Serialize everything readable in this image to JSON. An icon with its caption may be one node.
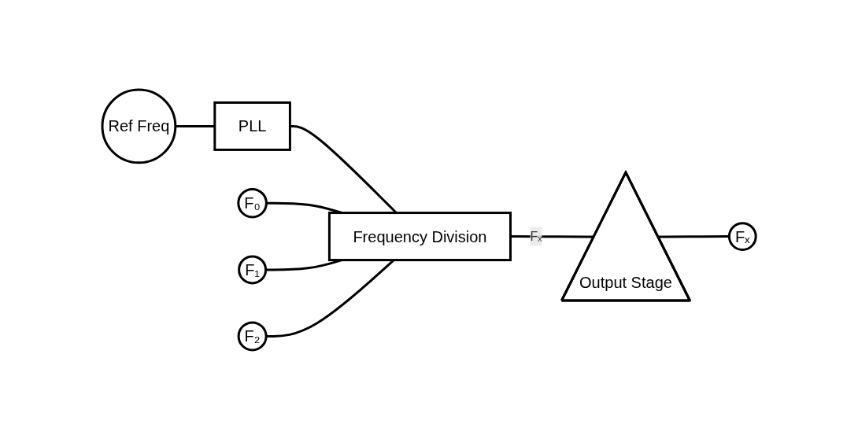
{
  "diagram": {
    "nodes": [
      {
        "text": [
          "Ref Freq"
        ]
      },
      {
        "text": [
          "PLL"
        ]
      },
      {
        "text": [
          "F₀"
        ]
      },
      {
        "text": [
          "F₁"
        ]
      },
      {
        "text": [
          "F₂"
        ]
      },
      {
        "text": [
          "Frequency Division"
        ]
      },
      {
        "text": [
          "Output Stage"
        ]
      },
      {
        "text": [
          "Fₓ"
        ]
      }
    ],
    "edges": [
      {
        "from": 0,
        "to": 1,
        "arrow": "none"
      },
      {
        "from": 1,
        "to": 5,
        "arrow": "none"
      },
      {
        "from": 2,
        "to": 5,
        "arrow": "none"
      },
      {
        "from": 3,
        "to": 5,
        "arrow": "none"
      },
      {
        "from": 4,
        "to": 5,
        "arrow": "none"
      },
      {
        "from": 5,
        "to": 6,
        "label": "Fₓ",
        "arrow": "none"
      },
      {
        "from": 6,
        "to": 7,
        "arrow": "none"
      }
    ]
  }
}
